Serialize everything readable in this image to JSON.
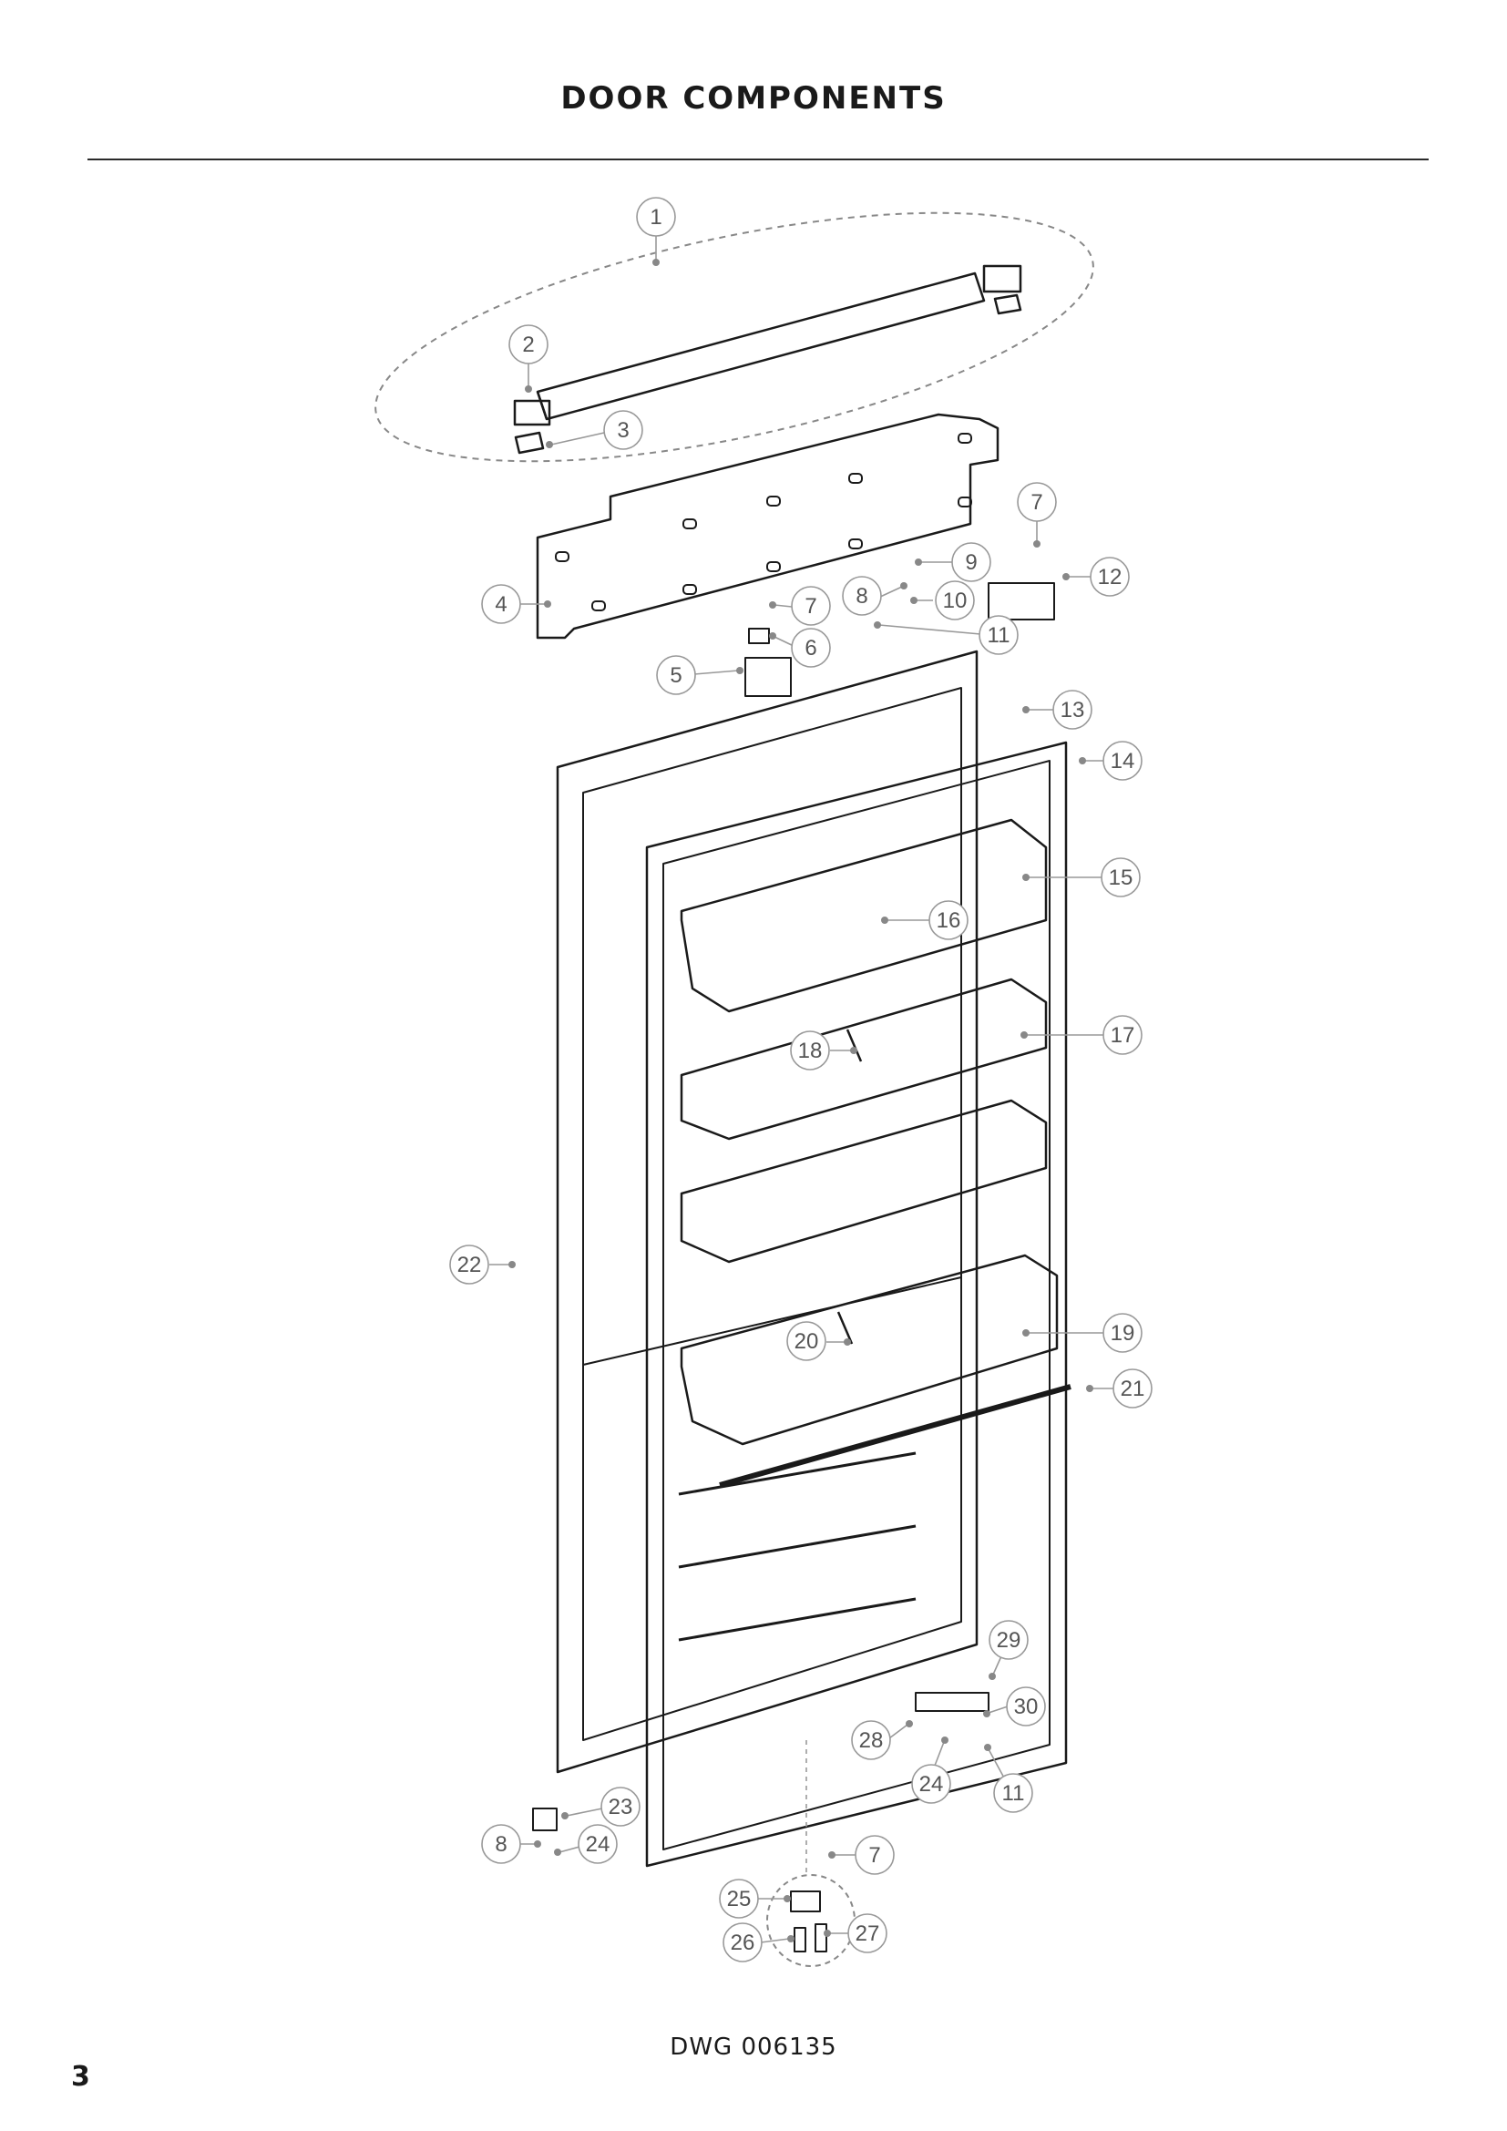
{
  "page": {
    "title": "DOOR COMPONENTS",
    "drawing_number": "DWG 006135",
    "page_number": "3"
  },
  "diagram": {
    "type": "exploded parts diagram",
    "callouts": [
      "1",
      "2",
      "3",
      "4",
      "5",
      "6",
      "7",
      "7",
      "7",
      "8",
      "8",
      "9",
      "10",
      "11",
      "11",
      "12",
      "13",
      "14",
      "15",
      "16",
      "17",
      "18",
      "19",
      "20",
      "21",
      "22",
      "23",
      "24",
      "24",
      "25",
      "26",
      "27",
      "28",
      "29",
      "30"
    ]
  }
}
